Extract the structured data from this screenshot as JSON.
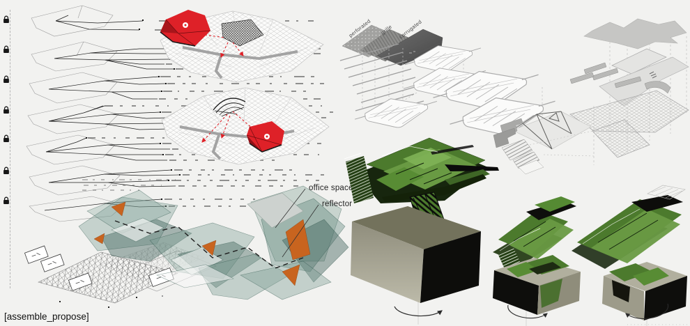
{
  "board": {
    "title_caption": "[assemble_propose]",
    "background_color": "#f2f2f0"
  },
  "callouts": {
    "office_space": "office space",
    "reflector": "reflector"
  },
  "material_tiles": {
    "labels": [
      "perforated",
      "grille",
      "corrugated"
    ]
  },
  "left_strip": {
    "lock_icon": "padlock",
    "lock_count": 7
  },
  "palette": {
    "accent_red": "#de2128",
    "glass_teal": "#7fa399",
    "accent_orange": "#c8641f",
    "panel_green": "#4c7a2d",
    "panel_green_light": "#699a43",
    "box_beige": "#b0ae9c",
    "box_olive": "#73725c",
    "box_black": "#0e0e0c",
    "wireframe_gray": "#b8b8b8",
    "text_color": "#1a1a1a"
  }
}
